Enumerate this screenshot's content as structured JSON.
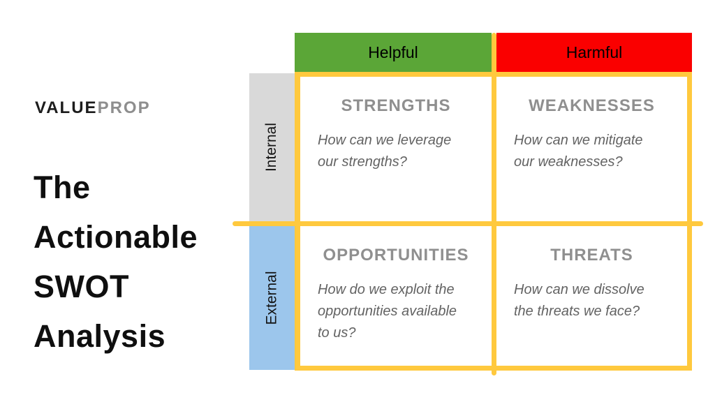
{
  "brand": {
    "logo_primary": "VALUE",
    "logo_secondary": "PROP"
  },
  "title": "The\nActionable\nSWOT\nAnalysis",
  "matrix": {
    "column_headers": [
      {
        "label": "Helpful",
        "color": "#5ba637"
      },
      {
        "label": "Harmful",
        "color": "#fa0000"
      }
    ],
    "row_headers": [
      {
        "label": "Internal",
        "color": "#d9d9d9"
      },
      {
        "label": "External",
        "color": "#9cc6ec"
      }
    ],
    "quadrants": [
      {
        "id": "strengths",
        "heading": "STRENGTHS",
        "question": "How can we leverage\nour strengths?"
      },
      {
        "id": "weaknesses",
        "heading": "WEAKNESSES",
        "question": "How can we mitigate\nour weaknesses?"
      },
      {
        "id": "opportunities",
        "heading": "OPPORTUNITIES",
        "question": "How do we exploit the\nopportunities available\nto us?"
      },
      {
        "id": "threats",
        "heading": "THREATS",
        "question": "How can we dissolve\nthe threats we face?"
      }
    ],
    "frame_color": "#ffc93e",
    "heading_text_color": "#8f8f8f",
    "question_text_color": "#636363"
  }
}
